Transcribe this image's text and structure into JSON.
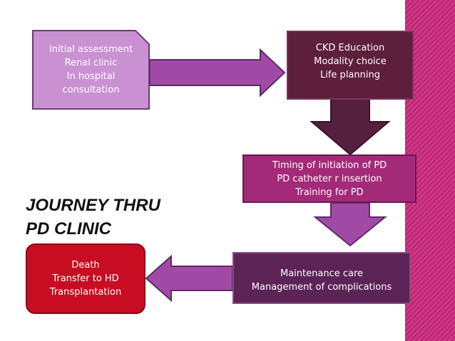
{
  "title": {
    "line1": "JOURNEY THRU",
    "line2": "PD CLINIC"
  },
  "boxes": {
    "initial": {
      "lines": [
        "Initial assessment",
        "Renal clinic",
        "In hospital",
        "consultation"
      ]
    },
    "ckd": {
      "lines": [
        "CKD Education",
        "Modality choice",
        "Life planning"
      ]
    },
    "timing": {
      "lines": [
        "Timing of initiation of PD",
        "PD catheter r insertion",
        "Training for PD"
      ]
    },
    "maintenance": {
      "lines": [
        "Maintenance care",
        "Management of complications"
      ]
    },
    "outcome": {
      "lines": [
        "Death",
        "Transfer to HD",
        "Transplantation"
      ]
    }
  },
  "colors": {
    "stripe": "#c8287a",
    "initial": "#c990d2",
    "ckd": "#5e1f3c",
    "timing": "#a32a78",
    "maintenance": "#5c2356",
    "outcome": "#c80d22",
    "arrow": "#a04aa6",
    "arrow_dark": "#54203e"
  }
}
